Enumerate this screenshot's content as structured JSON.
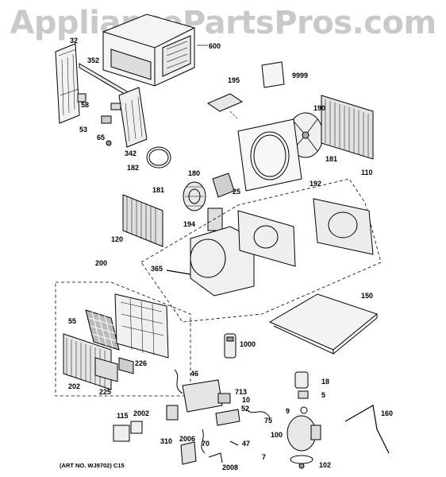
{
  "watermark": "AppliancePartsPros.com",
  "footer": "(ART NO. WJ9702) C15",
  "part_labels": {
    "p32": "32",
    "p352": "352",
    "p600": "600",
    "p195": "195",
    "p9999": "9999",
    "p58": "58",
    "p190": "190",
    "p53": "53",
    "p65": "65",
    "p342": "342",
    "p181a": "181",
    "p110": "110",
    "p182": "182",
    "p180": "180",
    "p192": "192",
    "p25": "25",
    "p181b": "181",
    "p194": "194",
    "p120": "120",
    "p200": "200",
    "p365": "365",
    "p150": "150",
    "p55": "55",
    "p1000": "1000",
    "p226": "226",
    "p46": "46",
    "p18": "18",
    "p202": "202",
    "p225": "225",
    "p713": "713",
    "p10": "10",
    "p5": "5",
    "p9": "9",
    "p115": "115",
    "p2002": "2002",
    "p52": "52",
    "p75": "75",
    "p160": "160",
    "p100": "100",
    "p310": "310",
    "p2006": "2006",
    "p70": "70",
    "p47": "47",
    "p7": "7",
    "p102": "102",
    "p2008": "2008"
  }
}
